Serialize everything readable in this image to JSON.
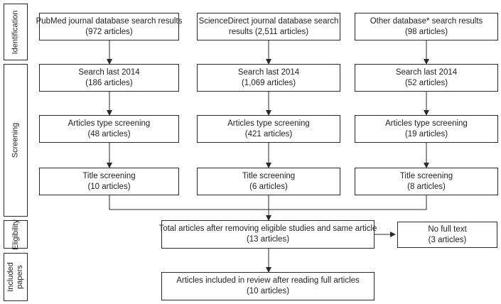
{
  "stages": {
    "identification": "Identification",
    "screening": "Screening",
    "eligibility": "Eligibility",
    "included_line1": "Included",
    "included_line2": "papers"
  },
  "identification": {
    "pubmed": {
      "line1": "PubMed journal database search results",
      "line2": "(972 articles)"
    },
    "sciencedirect": {
      "line1": "ScienceDirect journal database search",
      "line2": "results (2,511 articles)"
    },
    "other": {
      "line1": "Other database* search results",
      "line2": "(98 articles)"
    }
  },
  "search_last": {
    "pubmed": {
      "line1": "Search last 2014",
      "line2": "(186 articles)"
    },
    "sciencedirect": {
      "line1": "Search last 2014",
      "line2": "(1,069 articles)"
    },
    "other": {
      "line1": "Search last 2014",
      "line2": "(52 articles)"
    }
  },
  "type_screening": {
    "pubmed": {
      "line1": "Articles type screening",
      "line2": "(48 articles)"
    },
    "sciencedirect": {
      "line1": "Articles type screening",
      "line2": "(421 articles)"
    },
    "other": {
      "line1": "Articles type screening",
      "line2": "(19 articles)"
    }
  },
  "title_screening": {
    "pubmed": {
      "line1": "Title screening",
      "line2": "(10 articles)"
    },
    "sciencedirect": {
      "line1": "Title screening",
      "line2": "(6 articles)"
    },
    "other": {
      "line1": "Title screening",
      "line2": "(8 articles)"
    }
  },
  "eligibility": {
    "total": {
      "line1": "Total articles after removing eligible studies and same article",
      "line2": "(13 articles)"
    },
    "excluded": {
      "line1": "No full text",
      "line2": "(3 articles)"
    }
  },
  "included": {
    "line1": "Articles included in review after reading full articles",
    "line2": "(10 articles)"
  }
}
